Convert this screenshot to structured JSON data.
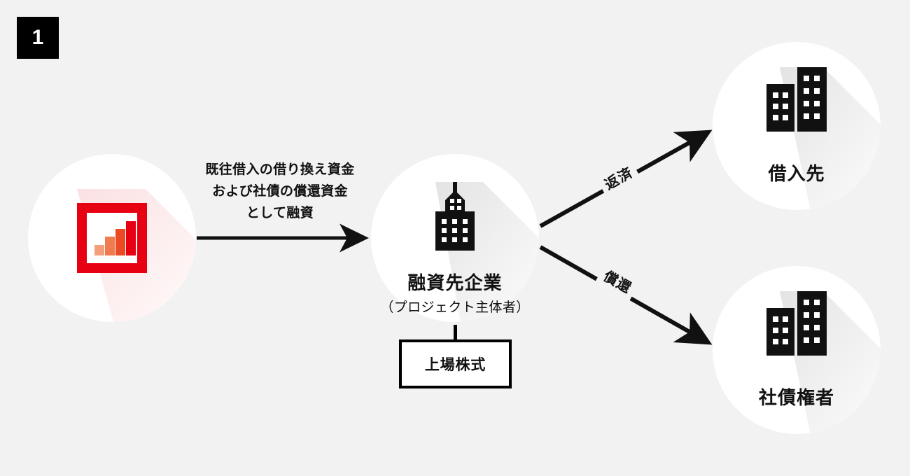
{
  "badge": {
    "number": "1"
  },
  "colors": {
    "background": "#f2f2f2",
    "ink": "#111111",
    "disc": "#ffffff",
    "accent_red": "#e60012",
    "bar_1": "#f3a07a",
    "bar_2": "#f07b4f",
    "bar_3": "#ea4b24",
    "bar_4": "#e60012"
  },
  "funding_note": {
    "line1": "既往借入の借り換え資金",
    "line2": "および社債の償還資金",
    "line3": "として融資"
  },
  "nodes": {
    "sponsor": {
      "icon": "bar-chart-icon"
    },
    "borrower": {
      "icon": "skyscraper-icon",
      "title": "融資先企業",
      "subtitle": "（プロジェクト主体者）"
    },
    "lender": {
      "icon": "office-buildings-icon",
      "title": "借入先"
    },
    "bondholder": {
      "icon": "office-buildings-icon",
      "title": "社債権者"
    }
  },
  "stock_box": {
    "label": "上場株式"
  },
  "edges": [
    {
      "id": "funding",
      "label": "",
      "from": "sponsor",
      "to": "borrower"
    },
    {
      "id": "repayment",
      "label": "返済",
      "from": "borrower",
      "to": "lender"
    },
    {
      "id": "redemption",
      "label": "償還",
      "from": "borrower",
      "to": "bondholder"
    }
  ]
}
